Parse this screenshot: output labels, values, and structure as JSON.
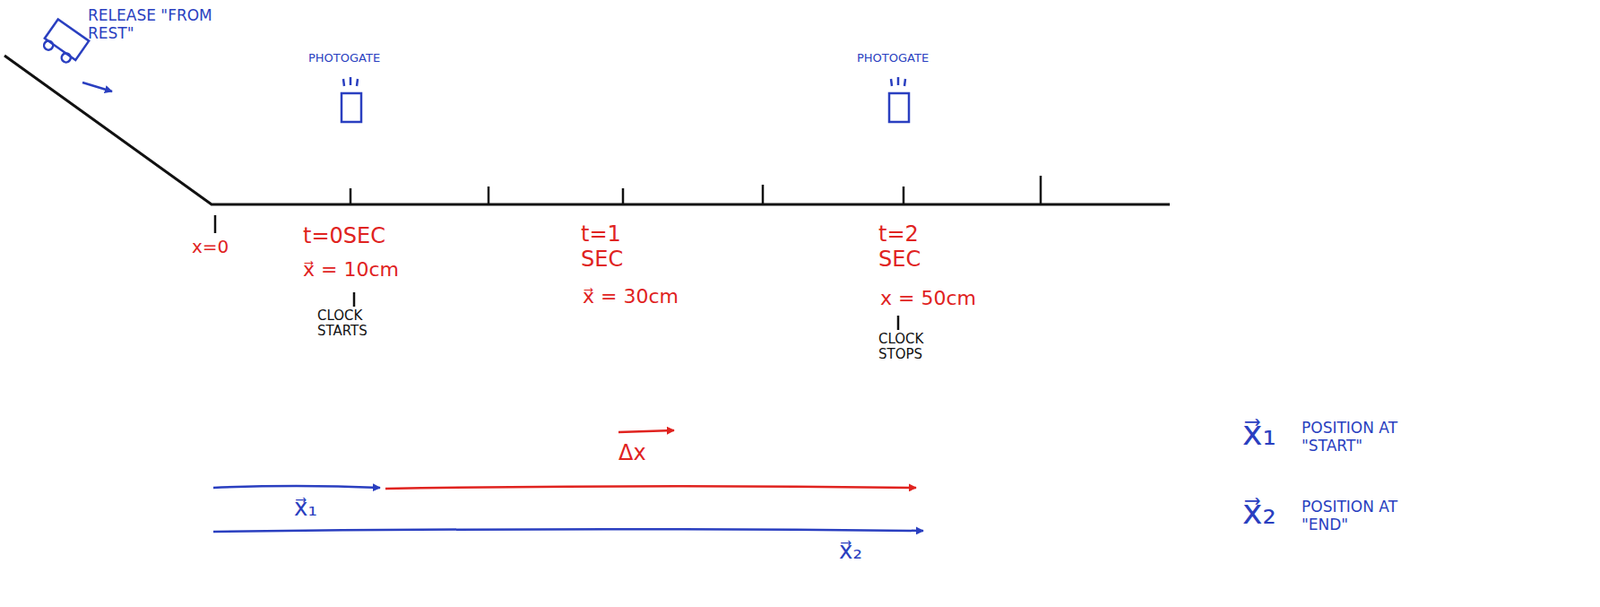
{
  "diagram": {
    "labels": [
      "RELEASE \"FROM REST\"",
      "PHOTOGATE",
      "PHOTOGATE",
      "x=0",
      "t=0SEC",
      "x⃗ = 10cm",
      "CLOCK STARTS",
      "t=1 SEC",
      "x⃗ = 30cm",
      "t=2 SEC",
      "x = 50cm",
      "CLOCK STOPS",
      "Δx",
      "x⃗₁",
      "x⃗₂",
      "x⃗₁",
      "POSITION AT \"START\"",
      "x⃗₂",
      "POSITION AT \"END\""
    ]
  }
}
